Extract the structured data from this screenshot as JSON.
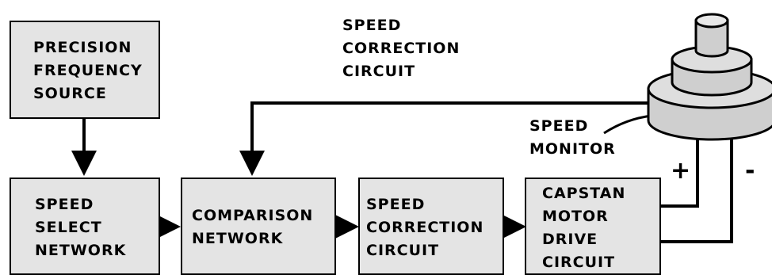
{
  "diagram": {
    "blocks": {
      "precision_frequency_source": [
        "PRECISION",
        "FREQUENCY",
        "SOURCE"
      ],
      "speed_select_network": [
        "SPEED",
        "SELECT",
        "NETWORK"
      ],
      "comparison_network": [
        "COMPARISON",
        "NETWORK"
      ],
      "speed_correction_circuit": [
        "SPEED",
        "CORRECTION",
        "CIRCUIT"
      ],
      "capstan_motor_drive_circuit": [
        "CAPSTAN",
        "MOTOR",
        "DRIVE",
        "CIRCUIT"
      ]
    },
    "annotations": {
      "speed_correction_circuit_title": [
        "SPEED",
        "CORRECTION",
        "CIRCUIT"
      ],
      "speed_monitor": [
        "SPEED",
        "MONITOR"
      ],
      "plus": "+",
      "minus": "-"
    },
    "colors": {
      "block_fill": "#e4e4e4",
      "line": "#000000",
      "motor_fill": "#cfcfcf"
    }
  }
}
